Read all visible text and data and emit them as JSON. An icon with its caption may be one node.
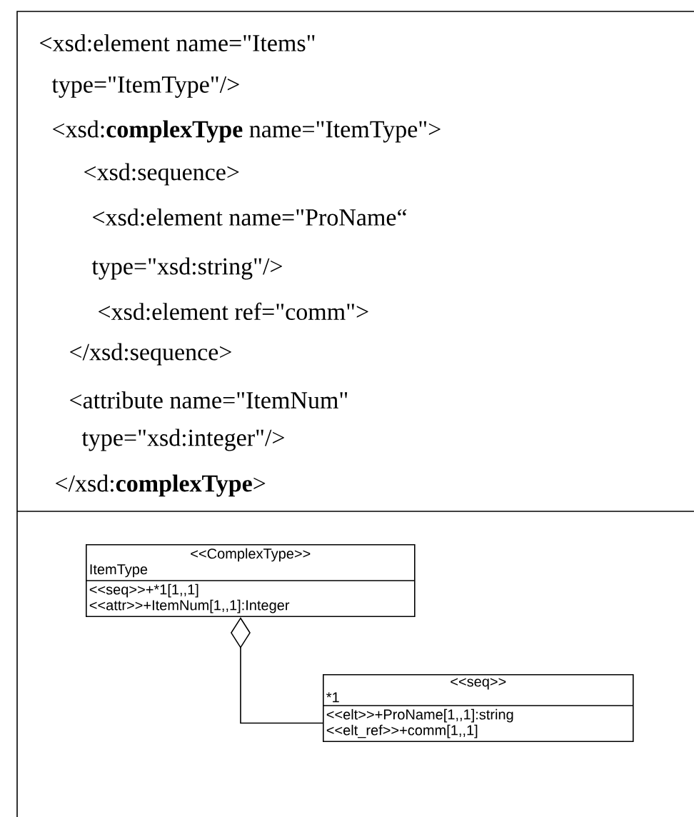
{
  "diagram": {
    "nodes": [
      {
        "text": [
          "<<ComplexType>>",
          "ItemType",
          "<<seq>>+*1[1,,1]",
          "<<attr>>+ItemNum[1,,1]:Integer"
        ]
      },
      {
        "text": [
          "<<seq>>",
          "*1",
          "<<elt>>+ProName[1,,1]:string",
          "<<elt_ref>>+comm[1,,1]"
        ]
      }
    ],
    "edges": [
      {
        "from": 0,
        "to": 1,
        "arrow": "other"
      }
    ],
    "labels": [
      "<xsd:element  name=\"Items\"",
      "type=\"ItemType\"/>",
      "<xsd:**complexType** name=\"ItemType\">",
      "<xsd:sequence>",
      "<xsd:element name=\"ProName“",
      "type=\"xsd:string\"/>",
      "<xsd:element ref=\"comm\">",
      "</xsd:sequence>",
      "<attribute name=\"ItemNum\"",
      "type=\"xsd:integer\"/>",
      "</xsd:**complexType**>"
    ]
  }
}
